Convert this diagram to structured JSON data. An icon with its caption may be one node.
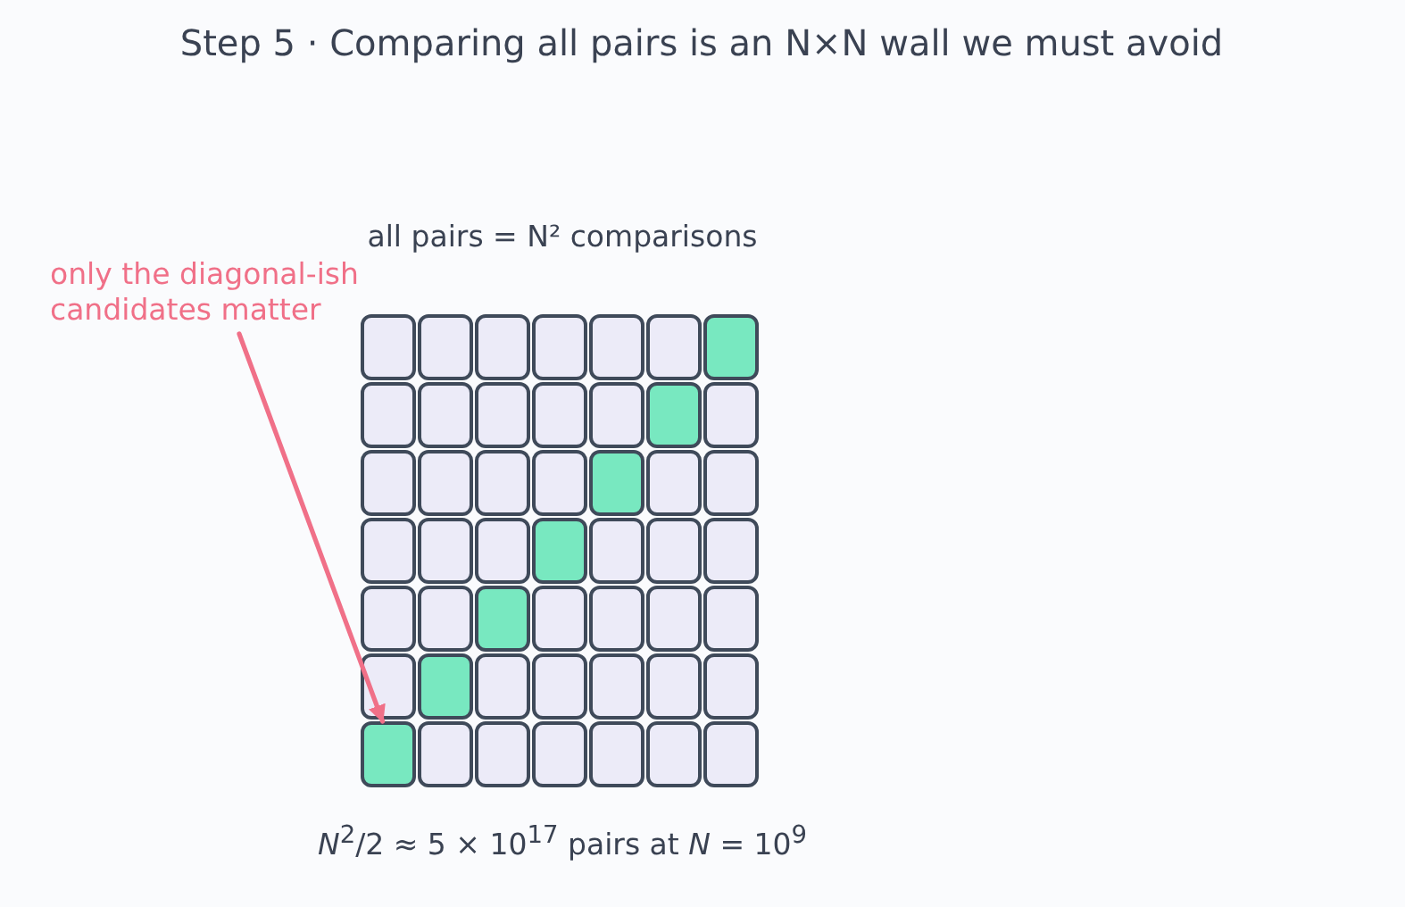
{
  "diagram": {
    "title": "Step 5 · Comparing all pairs is an N×N wall we must avoid",
    "nodes": [
      {
        "text": [
          "only the diagonal-ish candidates matter"
        ]
      },
      {
        "text": [],
        "shape": "box"
      }
    ],
    "edges": [
      {
        "from": 0,
        "to": 1,
        "arrow": "to"
      }
    ],
    "labels": [
      "all pairs = N² comparisons",
      "*N*$^{2}$/2 ≈ 5 × 10$^{17}$ pairs at *N* = 10$^{9}$"
    ]
  }
}
